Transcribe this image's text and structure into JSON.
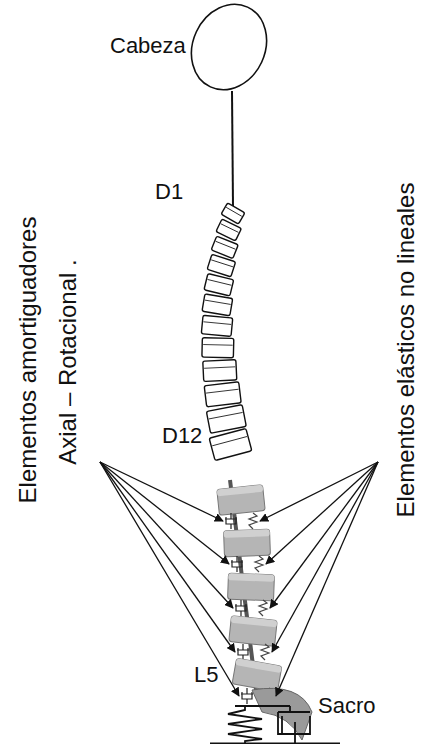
{
  "diagram": {
    "labels": [
      "Cabeza",
      "D1",
      "D12",
      "L5",
      "Sacro",
      "Elementos amortiguadores",
      "Axial – Rotacional .",
      "Elementos elásticos no lineales"
    ]
  }
}
